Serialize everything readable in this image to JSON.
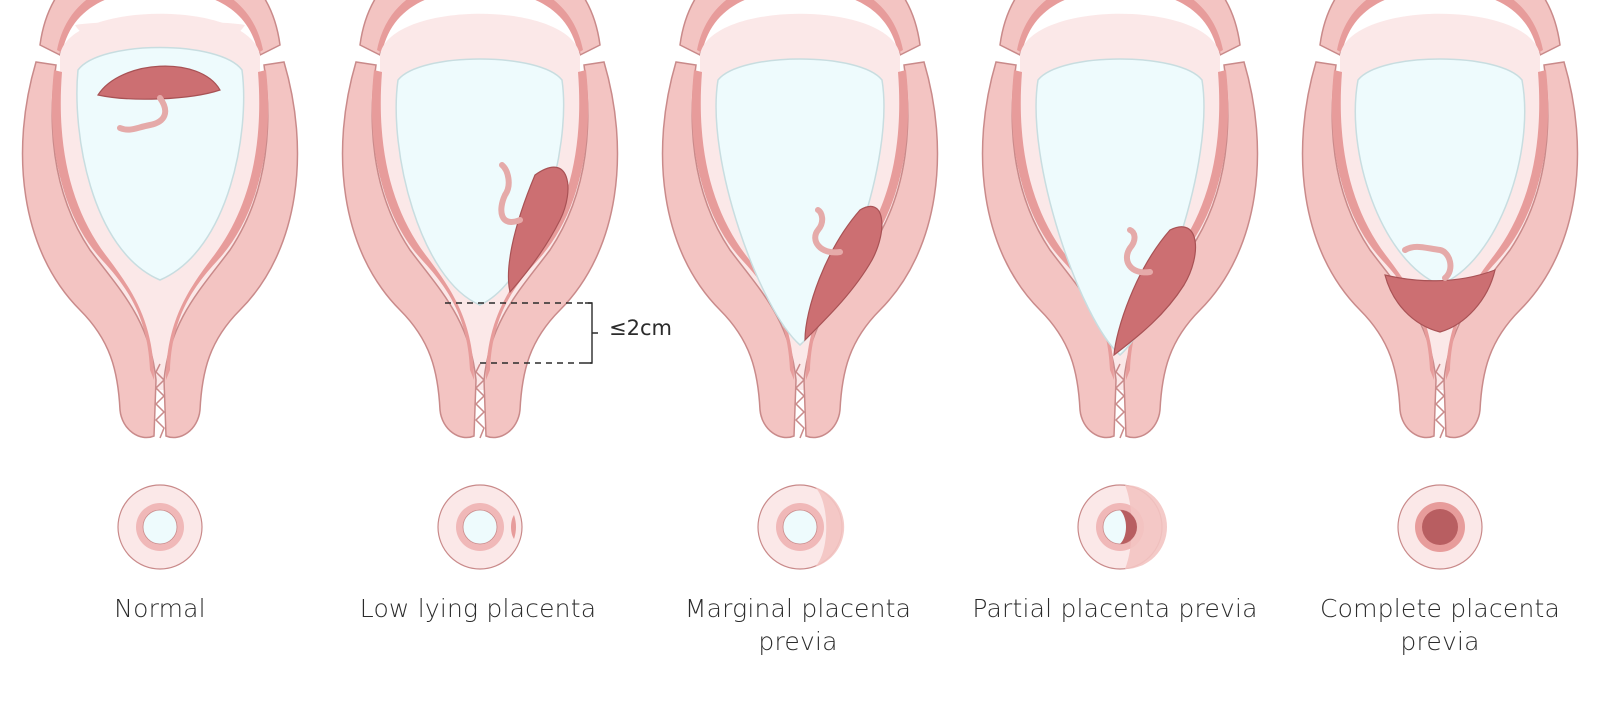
{
  "panels": [
    {
      "label": "Normal"
    },
    {
      "label": "Low lying placenta"
    },
    {
      "label": "Marginal placenta previa"
    },
    {
      "label": "Partial placenta previa"
    },
    {
      "label": "Complete placenta previa"
    }
  ],
  "measurement": {
    "label": "≤2cm"
  },
  "colors": {
    "uterus_wall": "#f3c4c2",
    "uterus_inner": "#e79c9b",
    "outline": "#c98a8a",
    "sac_fluid": "#eefbfd",
    "placenta": "#cc6f72",
    "placenta_dark": "#b85e61",
    "cervix_ring": "#f6dcdc",
    "cervix_os": "#f0b8b8"
  }
}
